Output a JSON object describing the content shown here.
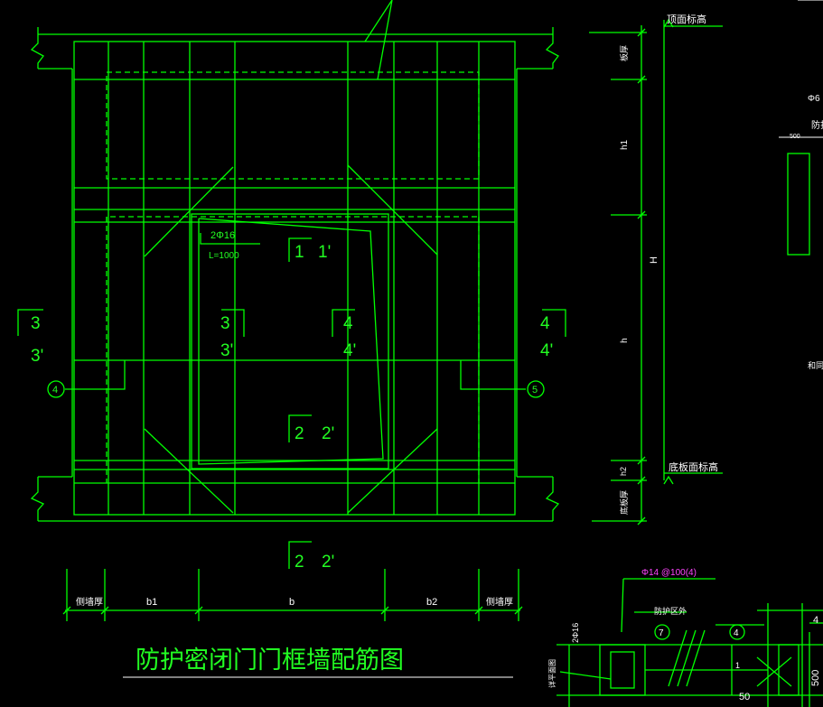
{
  "drawing": {
    "title": "防护密闭门门框墙配筋图",
    "rebar_note": "2Φ16",
    "rebar_length": "L=1000",
    "section_marks": {
      "s1": [
        "1",
        "1'"
      ],
      "s2_inner": [
        "2",
        "2'"
      ],
      "s2_outer": [
        "2",
        "2'"
      ],
      "s3_left": [
        "3",
        "3'"
      ],
      "s3_inner": [
        "3",
        "3'"
      ],
      "s4_inner": [
        "4",
        "4'"
      ],
      "s4_right": [
        "4",
        "4'"
      ]
    },
    "axis_left": "4",
    "axis_right": "5",
    "bottom_dims": [
      "侧墙厚",
      "b1",
      "b",
      "b2",
      "侧墙厚"
    ],
    "right_dims": {
      "top_label": "顶面标高",
      "plate_thickness": "板厚",
      "h1": "h1",
      "H": "H",
      "h": "h",
      "h2": "h2",
      "bottom_label": "底板面标高",
      "bottom_plate": "底板厚"
    }
  },
  "detail": {
    "phi6": "Φ6",
    "fanghu": "防护",
    "dim500": "500",
    "note_cut": "和同院",
    "rebar_label": "Φ14 @100(4)",
    "zone_label": "防护区外",
    "circle_a": "7",
    "circle_b": "4",
    "left_text": "2Φ16",
    "left_text2": "详平面图",
    "dim_50": "50",
    "dim_500b": "500",
    "dim_1": "1",
    "corner": "4"
  }
}
